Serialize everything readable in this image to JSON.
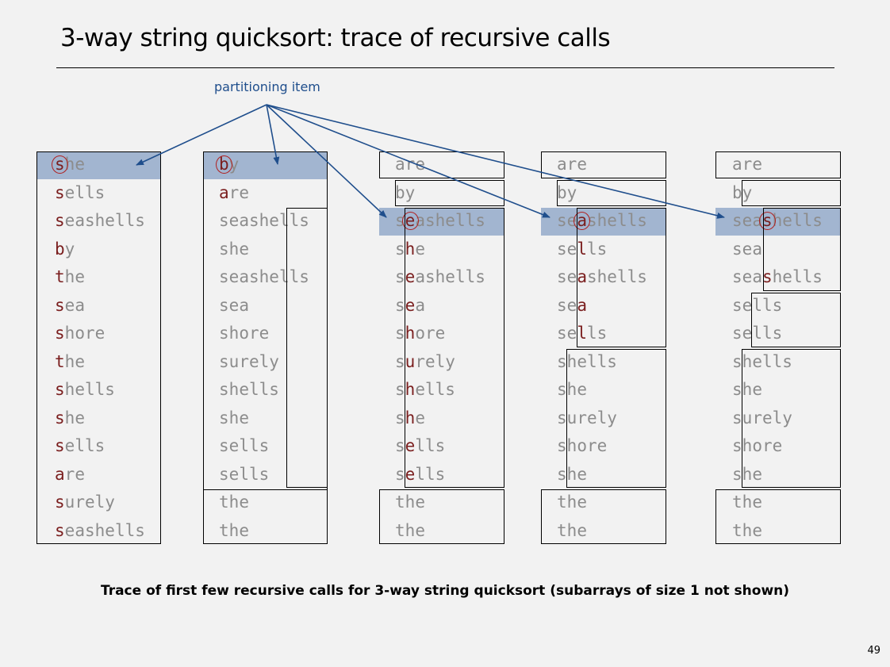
{
  "title": "3-way string quicksort:  trace of recursive calls",
  "partition_label": "partitioning item",
  "caption": "Trace of first few recursive calls for 3-way string quicksort (subarrays of size 1 not shown)",
  "page_number": "49",
  "colors": {
    "key_char": "#7a1e1e",
    "text": "#8c8c8c",
    "highlight": "#a2b5d0",
    "arrow": "#1f4e8c",
    "ring": "#b02020"
  },
  "columns": [
    {
      "words": [
        "she",
        "sells",
        "seashells",
        "by",
        "the",
        "sea",
        "shore",
        "the",
        "shells",
        "she",
        "sells",
        "are",
        "surely",
        "seashells"
      ],
      "key_index": 0,
      "dark_rows": [
        0,
        1,
        2,
        3,
        4,
        5,
        6,
        7,
        8,
        9,
        10,
        11,
        12,
        13
      ],
      "highlight_row": 0,
      "circle_row": 0
    },
    {
      "words": [
        "by",
        "are",
        "seashells",
        "she",
        "seashells",
        "sea",
        "shore",
        "surely",
        "shells",
        "she",
        "sells",
        "sells",
        "the",
        "the"
      ],
      "key_index": 0,
      "dark_rows": [
        0,
        1
      ],
      "highlight_row": 0,
      "circle_row": 0
    },
    {
      "words": [
        "are",
        "by",
        "seashells",
        "she",
        "seashells",
        "sea",
        "shore",
        "surely",
        "shells",
        "she",
        "sells",
        "sells",
        "the",
        "the"
      ],
      "key_index": 1,
      "dark_rows": [
        2,
        3,
        4,
        5,
        6,
        7,
        8,
        9,
        10,
        11
      ],
      "highlight_row": 2,
      "circle_row": 2
    },
    {
      "words": [
        "are",
        "by",
        "seashells",
        "sells",
        "seashells",
        "sea",
        "sells",
        "shells",
        "she",
        "surely",
        "shore",
        "she",
        "the",
        "the"
      ],
      "key_index": 2,
      "dark_rows": [
        2,
        3,
        4,
        5,
        6
      ],
      "highlight_row": 2,
      "circle_row": 2
    },
    {
      "words": [
        "are",
        "by",
        "seashells",
        "sea",
        "seashells",
        "sells",
        "sells",
        "shells",
        "she",
        "surely",
        "shore",
        "she",
        "the",
        "the"
      ],
      "key_index": 3,
      "dark_rows": [
        2,
        4
      ],
      "highlight_row": 2,
      "circle_row": 2
    }
  ]
}
